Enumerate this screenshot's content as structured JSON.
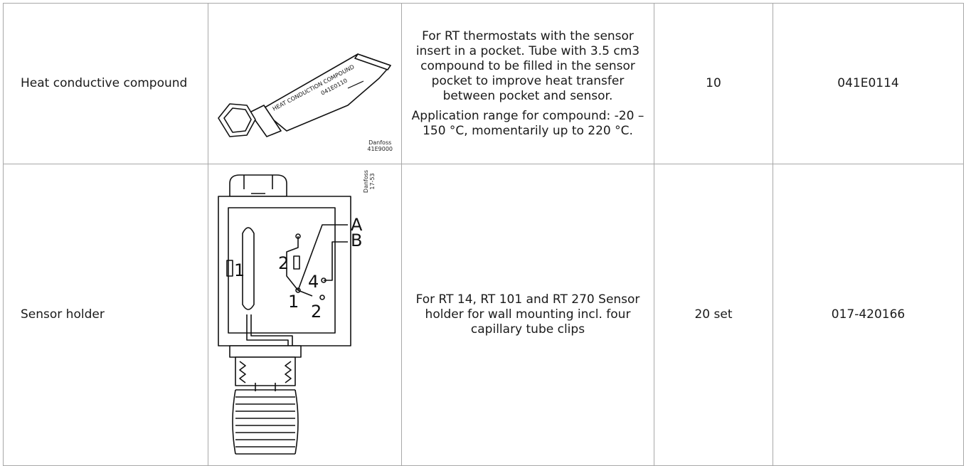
{
  "rows": [
    {
      "name": "Heat conductive compound",
      "image": {
        "icon": "compound-tube-icon",
        "tube_text_1": "HEAT CONDUCTION COMPOUND",
        "tube_text_2": "041E0110",
        "ref_brand": "Danfoss",
        "ref_code": "41E9000"
      },
      "description": [
        "For RT thermostats with the sensor insert in a pocket. Tube with 3.5 cm3 compound to be filled in the sensor pocket to improve heat transfer between pocket and sensor.",
        "Application range for compound: -20 – 150 °C, momentarily up to 220 °C."
      ],
      "qty": "10",
      "code": "041E0114"
    },
    {
      "name": "Sensor holder",
      "image": {
        "icon": "sensor-holder-diagram-icon",
        "label_a": "A",
        "label_b": "B",
        "label_1_left": "1",
        "label_2_mid": "2",
        "label_4": "4",
        "label_1_bottom": "1",
        "label_2_bottom": "2",
        "ref_brand": "Danfoss",
        "ref_code": "17-53"
      },
      "description": [
        "For RT 14, RT 101 and RT 270 Sensor holder for wall mounting incl. four capillary tube clips"
      ],
      "qty": "20 set",
      "code": "017-420166"
    }
  ]
}
